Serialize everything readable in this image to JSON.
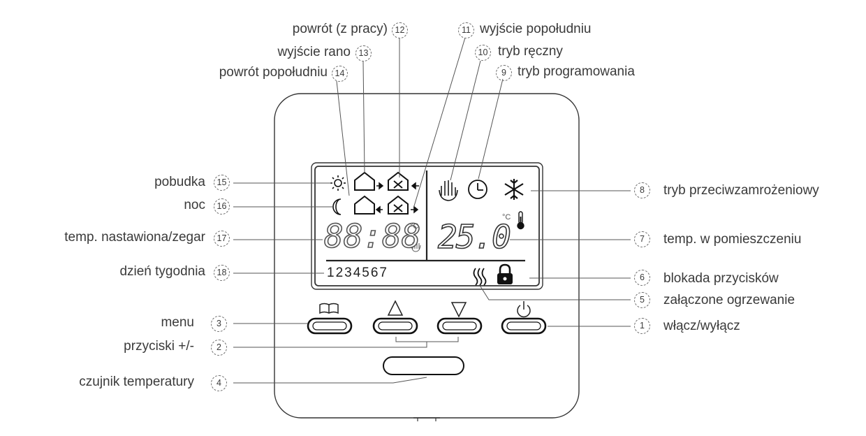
{
  "labels": {
    "l1": "włącz/wyłącz",
    "l2": "przyciski +/-",
    "l3": "menu",
    "l4": "czujnik temperatury",
    "l5": "załączone ogrzewanie",
    "l6": "blokada przycisków",
    "l7": "temp. w pomieszczeniu",
    "l8": "tryb przeciwzamrożeniowy",
    "l9": "tryb programowania",
    "l10": "tryb ręczny",
    "l11": "wyjście popołudniu",
    "l12": "powrót (z pracy)",
    "l13": "wyjście rano",
    "l14": "powrót popołudniu",
    "l15": "pobudka",
    "l16": "noc",
    "l17": "temp. nastawiona/zegar",
    "l18": "dzień tygodnia"
  },
  "numbers": {
    "n1": "1",
    "n2": "2",
    "n3": "3",
    "n4": "4",
    "n5": "5",
    "n6": "6",
    "n7": "7",
    "n8": "8",
    "n9": "9",
    "n10": "10",
    "n11": "11",
    "n12": "12",
    "n13": "13",
    "n14": "14",
    "n15": "15",
    "n16": "16",
    "n17": "17",
    "n18": "18"
  },
  "display": {
    "clock": "88:88",
    "room_temp": "25.0",
    "days": "1234567",
    "unit_c": "°C"
  }
}
